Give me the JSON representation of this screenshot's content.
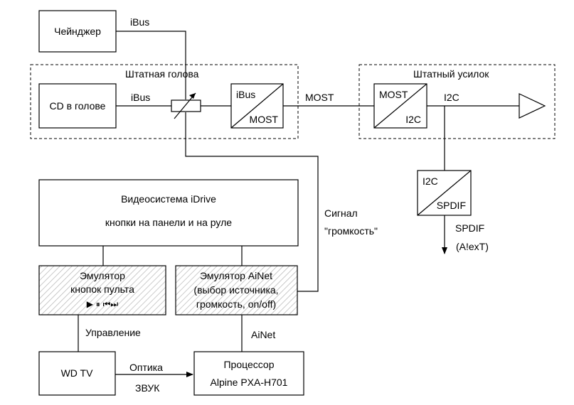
{
  "changer": "Чейнджер",
  "head_group": "Штатная голова",
  "cd": "CD в голове",
  "conv_ibus_most": {
    "top": "iBus",
    "bottom": "MOST"
  },
  "amp_group": "Штатный усилок",
  "conv_most_i2c": {
    "top": "MOST",
    "bottom": "I2C"
  },
  "conv_i2c_spdif": {
    "top": "I2C",
    "bottom": "SPDIF"
  },
  "idrive": {
    "title": "Видеосистема iDrive",
    "subtitle": "кнопки на панели и на руле"
  },
  "remote_emulator": {
    "line1": "Эмулятор",
    "line2": "кнопок пульта",
    "glyphs": "▶ ⏸ ⏮⏭"
  },
  "ainet_emulator": {
    "line1": "Эмулятор AiNet",
    "line2": "(выбор источника,",
    "line3": "громкость, on/off)"
  },
  "wdtv": "WD TV",
  "processor": {
    "line1": "Процессор",
    "line2": "Alpine PXA-H701"
  },
  "labels": {
    "ibus_top": "iBus",
    "ibus_head": "iBus",
    "most": "MOST",
    "i2c": "I2C",
    "signal_1": "Сигнал",
    "signal_2": "\"громкость\"",
    "spdif": "SPDIF",
    "alext": "(A!exT)",
    "control": "Управление",
    "ainet": "AiNet",
    "optics": "Оптика",
    "sound": "ЗВУК"
  }
}
